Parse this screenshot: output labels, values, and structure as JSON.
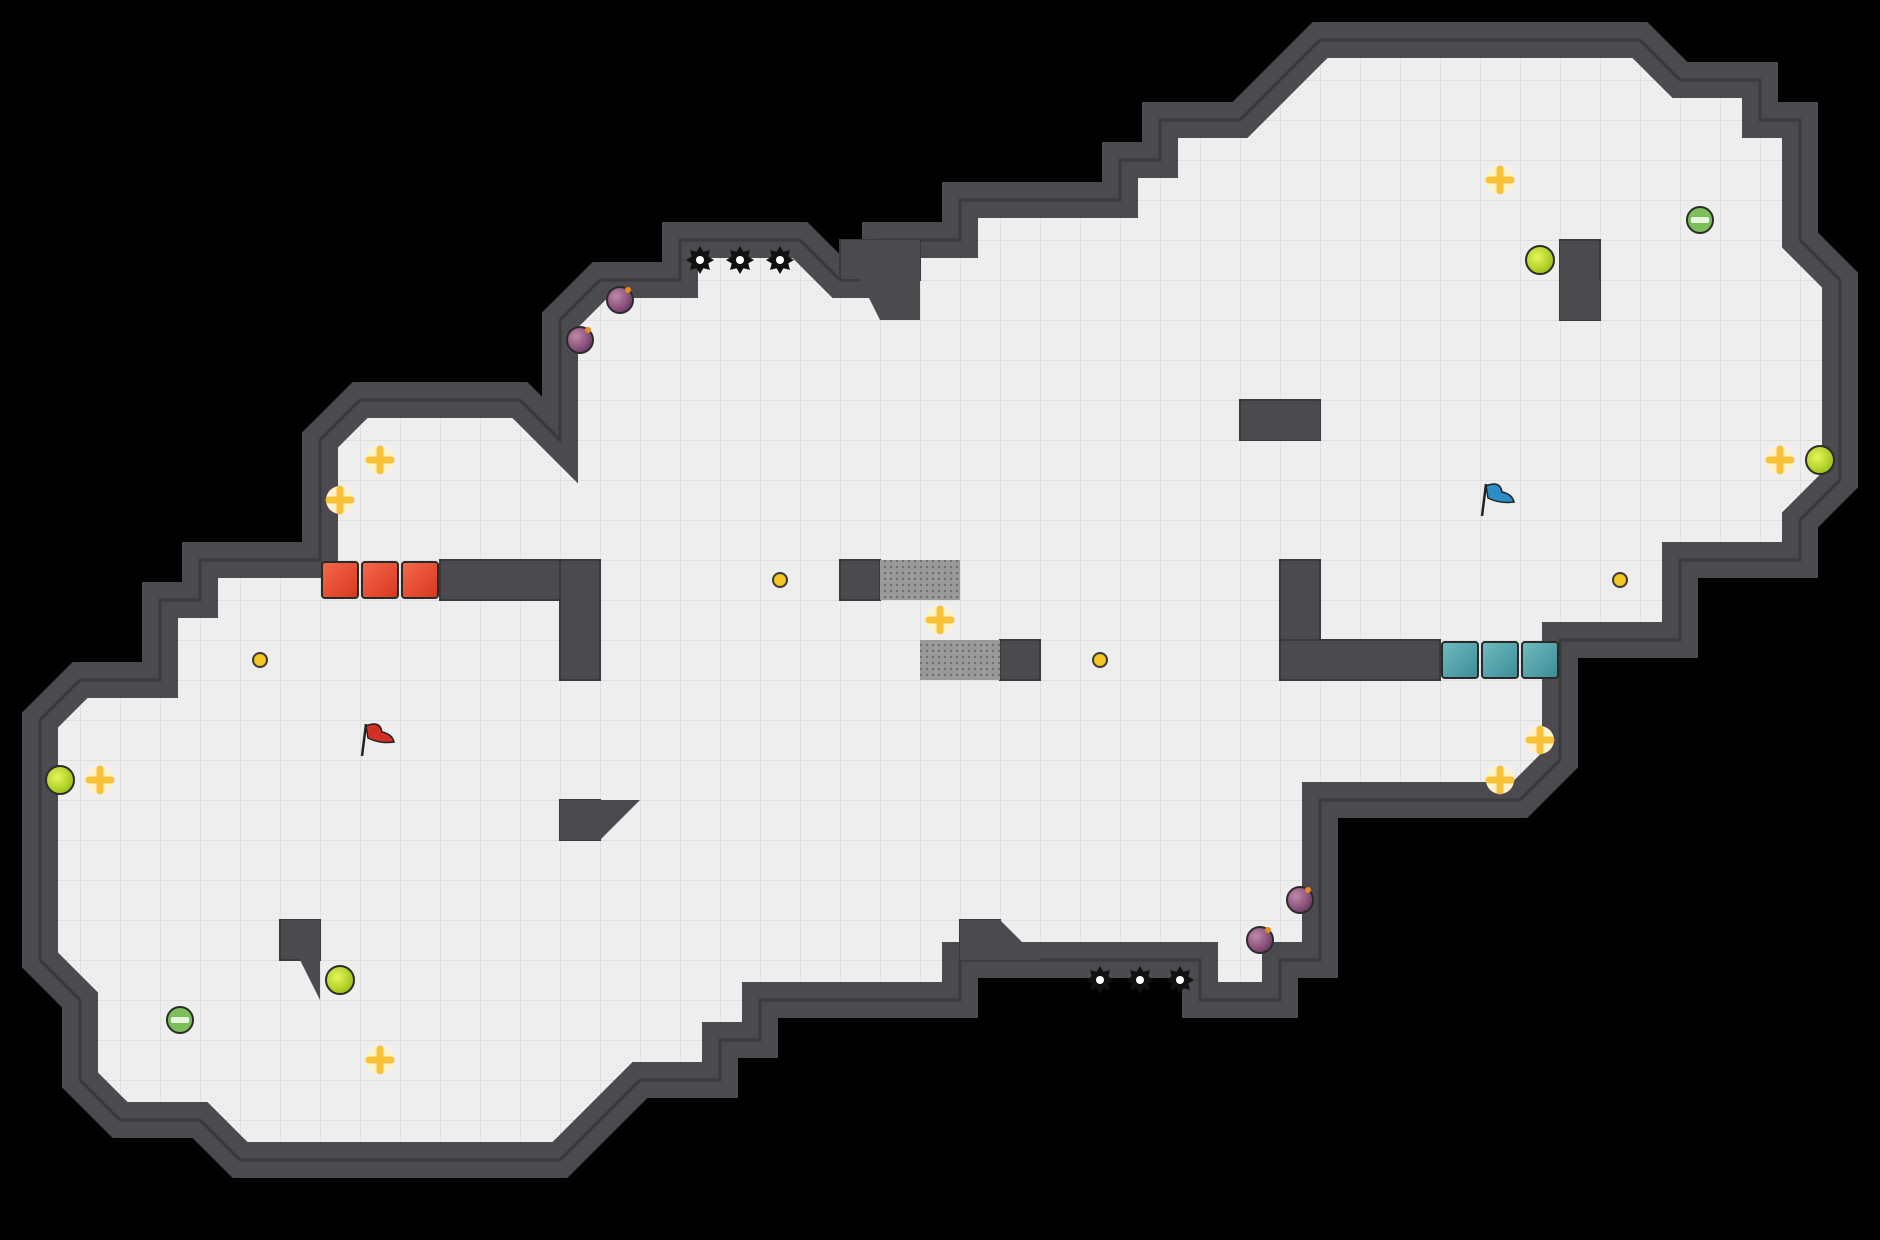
{
  "game": {
    "title": "",
    "grid_cols": 47,
    "grid_rows": 31,
    "colors": {
      "background": "#000000",
      "floor": "#eeeeee",
      "floor_grid": "#dcdcdc",
      "wall": "#4a4a4f",
      "wall_edge": "#3a3a3e",
      "red_gate": "#ef4b2d",
      "blue_gate": "#4fa6ad",
      "boost_pad": "#f7c23a",
      "bomb": "#8b4a7a",
      "powerup": "#c8e02a",
      "spike": "#111111",
      "red_team": "#d42f26",
      "blue_team": "#2b8ec7"
    },
    "legend": {
      "red_flag": "red-flag-icon",
      "blue_flag": "blue-flag-icon",
      "boost": "boost-icon",
      "bomb": "bomb-icon",
      "spike": "spike-icon",
      "powerup": "powerup-icon",
      "jukejuice": "jukejuice-icon",
      "button": "button-icon",
      "red_gate": "red-gate-tile",
      "blue_gate": "blue-gate-tile",
      "speed_tile": "speed-tile"
    }
  }
}
